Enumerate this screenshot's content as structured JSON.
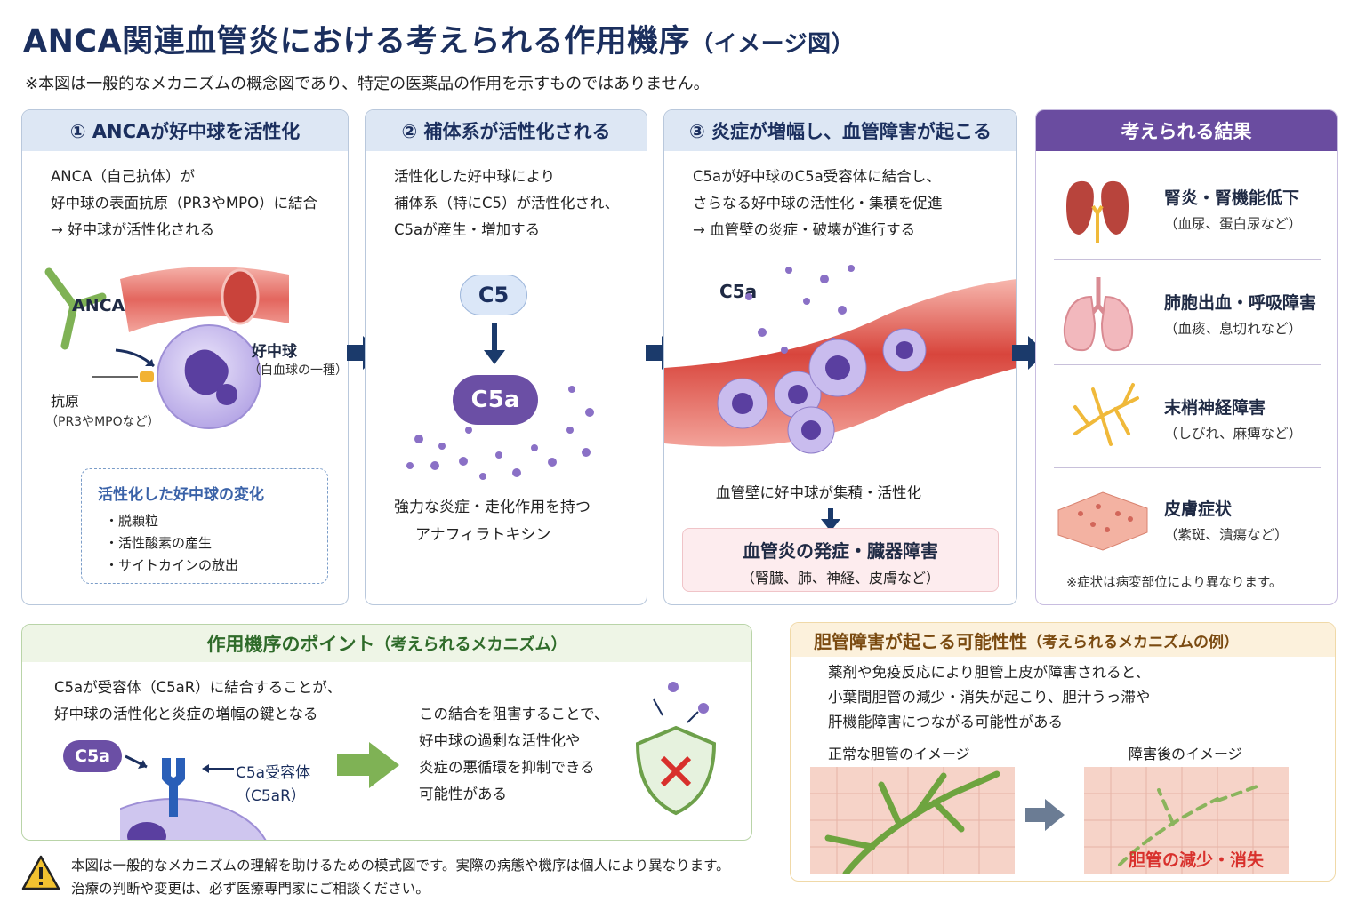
{
  "header": {
    "title": "ANCA関連血管炎における考えられる作用機序",
    "title_suffix": "（イメージ図）",
    "subtitle": "※本図は一般的なメカニズムの概念図であり、特定の医薬品の作用を示すものではありません。"
  },
  "step1": {
    "heading": "① ANCAが好中球を活性化",
    "lines": [
      "ANCA（自己抗体）が",
      "好中球の表面抗原（PR3やMPO）に結合",
      "→ 好中球が活性化される"
    ],
    "label_anca": "ANCA",
    "label_neutrophil": "好中球",
    "label_neutrophil_sub": "（白血球の一種）",
    "label_antigen": "抗原",
    "label_antigen_sub": "（PR3やMPOなど）",
    "changes_title": "活性化した好中球の変化",
    "changes": [
      "・脱顆粒",
      "・活性酸素の産生",
      "・サイトカインの放出"
    ]
  },
  "step2": {
    "heading": "② 補体系が活性化される",
    "lines": [
      "活性化した好中球により",
      "補体系（特にC5）が活性化され、",
      "C5aが産生・増加する"
    ],
    "c5": "C5",
    "c5a": "C5a",
    "caption1": "強力な炎症・走化作用を持つ",
    "caption2": "アナフィラトキシン"
  },
  "step3": {
    "heading": "③ 炎症が増幅し、血管障害が起こる",
    "lines": [
      "C5aが好中球のC5a受容体に結合し、",
      "さらなる好中球の活性化・集積を促進",
      "→ 血管壁の炎症・破壊が進行する"
    ],
    "label_c5a": "C5a",
    "caption": "血管壁に好中球が集積・活性化",
    "outcome_title": "血管炎の発症・臓器障害",
    "outcome_sub": "（腎臓、肺、神経、皮膚など）"
  },
  "results": {
    "heading": "考えられる結果",
    "items": [
      {
        "title": "腎炎・腎機能低下",
        "sub": "（血尿、蛋白尿など）",
        "icon": "kidney-icon"
      },
      {
        "title": "肺胞出血・呼吸障害",
        "sub": "（血痰、息切れなど）",
        "icon": "lungs-icon"
      },
      {
        "title": "末梢神経障害",
        "sub": "（しびれ、麻痺など）",
        "icon": "nerve-icon"
      },
      {
        "title": "皮膚症状",
        "sub": "（紫斑、潰瘍など）",
        "icon": "skin-icon"
      }
    ],
    "note": "※症状は病変部位により異なります。"
  },
  "points": {
    "heading": "作用機序のポイント",
    "heading_suffix": "（考えられるメカニズム）",
    "line1": "C5aが受容体（C5aR）に結合することが、",
    "line2": "好中球の活性化と炎症の増幅の鍵となる",
    "c5a": "C5a",
    "receptor_label": "C5a受容体",
    "receptor_sub": "（C5aR）",
    "block_lines": [
      "この結合を阻害することで、",
      "好中球の過剰な活性化や",
      "炎症の悪循環を抑制できる",
      "可能性がある"
    ]
  },
  "bile": {
    "heading": "胆管障害が起こる可能性性",
    "heading_suffix": "（考えられるメカニズムの例）",
    "lines": [
      "薬剤や免疫反応により胆管上皮が障害されると、",
      "小葉間胆管の減少・消失が起こり、胆汁うっ滞や",
      "肝機能障害につながる可能性がある"
    ],
    "normal_label": "正常な胆管のイメージ",
    "damaged_label": "障害後のイメージ",
    "damaged_caption": "胆管の減少・消失"
  },
  "footer": {
    "line1": "本図は一般的なメカニズムの理解を助けるための模式図です。実際の病態や機序は個人により異なります。",
    "line2": "治療の判断や変更は、必ず医療専門家にご相談ください。"
  },
  "colors": {
    "navy": "#1b2f5e",
    "purple": "#6a4ca0",
    "green": "#2f6b2a",
    "red": "#d8302c",
    "orange": "#7a4a10"
  }
}
